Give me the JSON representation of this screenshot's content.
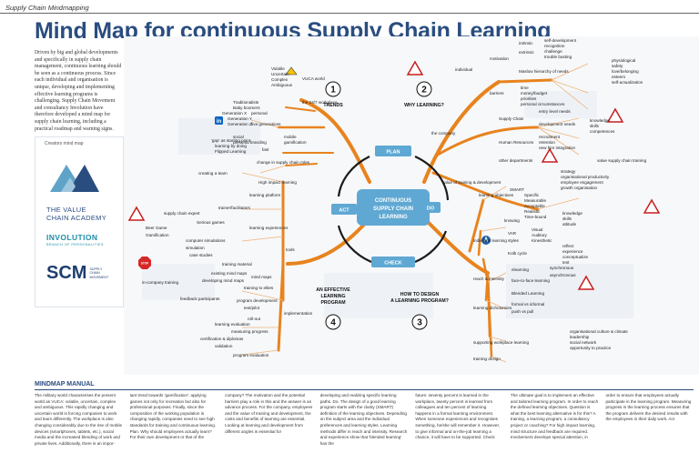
{
  "header": {
    "tag": "Supply Chain Mindmapping",
    "title": "Mind Map for continuous Supply Chain Learning"
  },
  "intro": "Driven by big and global developments and specifically in supply chain management, continuous learning should be seen as a continuous process. Since each individual and organisation is unique, developing and implementing effective learning programs is challenging. Supply Chain Movement and consultancy Involution have therefore developed a mind map for supply chain learning, including a practical roadmap and warning signs.",
  "brand": {
    "caption": "Creators mind map",
    "tvca_line1": "THE VALUE",
    "tvca_line2": "CHAIN ACADEMY",
    "involution": "INVOLUTION",
    "involution_sub": "BRANCH OF PERSONALITIES",
    "scm": "SCM",
    "scm_sub1": "SUPPLY",
    "scm_sub2": "CHAIN",
    "scm_sub3": "MOVEMENT"
  },
  "center": {
    "line1": "CONTINUOUS",
    "line2": "SUPPLY CHAIN",
    "line3": "LEARNING",
    "plan": "PLAN",
    "do": "DO",
    "check": "CHECK",
    "act": "ACT"
  },
  "quadrants": {
    "q1": {
      "num": "1",
      "label": "TRENDS"
    },
    "q2": {
      "num": "2",
      "label": "WHY LEARNING?"
    },
    "q3": {
      "num": "3",
      "line1": "HOW TO DESIGN",
      "line2": "A LEARNING PROGRAM?"
    },
    "q4": {
      "num": "4",
      "line1": "AN EFFECTIVE",
      "line2": "LEARNING",
      "line3": "PROGRAM"
    }
  },
  "trends": {
    "b1": "Traditionalists",
    "b2": "Baby boomers",
    "b3": "Generation X",
    "b4": "Generation Y",
    "b5": "Generation Z",
    "b6": "five generations",
    "b7": "Volatile",
    "b8": "Uncertain",
    "b9": "Complex",
    "b10": "Ambiguous",
    "b11": "VUCA world",
    "b12": "the 24/7 workplace",
    "b13": "personal",
    "b14": "mobile",
    "b15": "gamification",
    "b16": "social",
    "b17": "personal branding",
    "b18": "fast",
    "b19": "change in supply chain roles"
  },
  "why": {
    "individual": "individual",
    "motivation": "motivation",
    "intrinsic": "intrinsic",
    "extrinsic": "extrinsic",
    "self_development": "self-development",
    "recognition": "recognition",
    "challenge": "challenge",
    "trouble_busting": "trouble busting",
    "maslow": "Maslow hierarchy of needs",
    "physiological": "physiological",
    "safety": "safety",
    "love_belonging": "love/belonging",
    "esteem": "esteem",
    "self_actualization": "self-actualization",
    "barriers": "barriers",
    "time": "time",
    "money_budget": "money/budget",
    "priorities": "priorities",
    "personal_circumstances": "personal circumstances",
    "the_company": "the company",
    "supply_chain": "Supply Chain",
    "entry_level_needs": "entry level needs",
    "development_needs": "development needs",
    "knowledge": "knowledge",
    "skills": "skills",
    "competences": "competences",
    "human_resources": "Human Resources",
    "recruitment": "recruitment",
    "retention": "retention",
    "new_hire_integration": "new hire integration",
    "other_departments": "other departments",
    "value_of_training": "value of training & development",
    "strategy": "strategy",
    "org_productivity": "organisational productivity",
    "employee_engagement": "employee engagement",
    "growth_organisation": "growth organisation",
    "value_supply_chain_training": "value supply chain training"
  },
  "how": {
    "learning_objectives": "learning objectives",
    "smart": "SMART",
    "specific": "Specific",
    "measurable": "Measurable",
    "acceptable": "Acceptable",
    "realistic": "Realistic",
    "time_bound": "Time-bound",
    "knowing": "knowing",
    "knowledge": "knowledge",
    "skills": "skills",
    "attitude": "attitude",
    "individual_learning_styles": "individual learning styles",
    "var": "VAR",
    "visual": "Visual",
    "auditory": "Auditory",
    "kinesthetic": "Kinesthetic",
    "kolb_cycle": "Kolb cycle",
    "reflect": "reflect",
    "experience": "experience",
    "conceptualize": "conceptualize",
    "test": "test",
    "reach_intensity": "reach & intensity",
    "elearning": "elearning",
    "face_to_face": "face-to-face learning",
    "blended_learning": "Blended Learning",
    "synchronous": "synchronous",
    "asynchronous": "asynchronous",
    "learning_dichotomies": "learning dichotomies",
    "formal_vs_informal": "formal vs informal",
    "push_vs_pull": "push vs pull",
    "supporting_workplace": "supporting workplace learning",
    "training_design": "training design",
    "org_culture": "organisational culture & climate",
    "leadership": "leadership",
    "social_network": "social network",
    "opportunity_practice": "opportunity to practice"
  },
  "effective": {
    "tools": "tools",
    "high_impact": "High impact learning",
    "gap": "'gap' as starting point",
    "learning_by_doing": "learning by doing",
    "flipped_learning": "Flipped Learning",
    "learning_platform": "learning platform",
    "trainers_facilitators": "trainer/facilitators",
    "learning_experiences": "learning experiences",
    "serious_games": "Serious games",
    "supply_chain_expert": "supply chain expert",
    "beer_game": "Beer Game",
    "gamification": "Gamification",
    "computer_simulations": "computer simulations",
    "simulation": "simulation",
    "case_studies": "case studies",
    "stop": "STOP",
    "training_material": "training material",
    "mind_maps": "mind maps",
    "existing_mind_maps": "existing mind maps",
    "developing_mind_maps": "developing mind maps",
    "training_to_elites": "training to elites",
    "in_company_training": "in-company training",
    "implementation": "implementation",
    "feedback_participants": "feedback participants",
    "program_development": "program development",
    "test_pilot": "test/pilot",
    "rollout": "roll-out",
    "learning_evaluation": "learning evaluation",
    "measuring_progress": "measuring progress",
    "certification_diplomas": "certification & diplomas",
    "program_evaluation": "program evaluation",
    "validation": "validation",
    "creating_a_team": "creating a team"
  },
  "manual": {
    "header": "MINDMAP MANUAL",
    "col1": "The military world characterises the present world as VUCA: volatile, uncertain, complex and ambiguous. This rapidly changing and uncertain world is forcing companies to work and learn differently. The workplace is also changing considerably due to the rise of mobile devices (smartphones, tablets, etc.), social media and the increased blending of work and private lives. Additionally, there is an impor-",
    "col2": "tant trend towards 'gamification': applying games not only for recreation but also for professional purposes. Finally, since the composition of the working population is changing rapidly, companies need to see high standards for training and continuous learning. Plan. Why should employees actually learn? For their own development or that of the",
    "col3": "company? The motivation and the potential barriers play a role in this and the answer is an advance process. For the company, employees and the value of training and development, the costs and benefits of learning are essential. Looking at learning and development from different angles is essential for",
    "col4": "developing and realizing specific learning paths. Do. The design of a good learning program starts with the clarity (SMART) definition of the learning objectives. Depending on the subject area and the individual preferences and learning styles. Learning methods differ in reach and intensity. Research and experience show that 'blended learning' has the",
    "col5": "future: seventy percent is learned in the workplace, twenty percent is learned from colleagues and ten percent of learning happens in a formal learning environment. When someone experiences and recognises something, he/she will remember it. However, to give informal and on-the-job learning a chance, it will have to be supported. Check",
    "col6": "The ultimate goal is to implement an effective and tailored learning program. In order to reach the defined learning objectives. Question is what the best learning alternative is for this? A training, a learning program, a consultancy project or coaching? For high impact learning, mind structure and feedback are required. Involvement develops special attention, in",
    "col7": "order to ensure that employees actually participate in the learning program. Measuring progress in the learning process ensures that the program delivers the desired results with the employees in their daily work. Act"
  }
}
